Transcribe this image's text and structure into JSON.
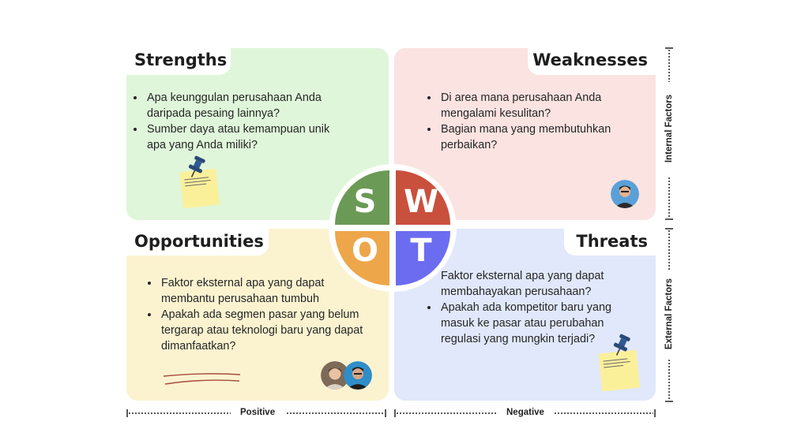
{
  "quadrants": {
    "strengths": {
      "title": "Strengths",
      "points": [
        "Apa keunggulan perusahaan Anda daripada pesaing lainnya?",
        "Sumber daya atau kemampuan unik apa yang Anda miliki?"
      ],
      "color": "#dff6da"
    },
    "weaknesses": {
      "title": "Weaknesses",
      "points": [
        "Di area mana perusahaan Anda mengalami kesulitan?",
        "Bagian mana yang membutuhkan perbaikan?"
      ],
      "color": "#fae3e1"
    },
    "opportunities": {
      "title": "Opportunities",
      "points": [
        "Faktor eksternal apa yang dapat membantu perusahaan tumbuh",
        "Apakah ada segmen pasar yang belum tergarap atau teknologi baru yang dapat dimanfaatkan?"
      ],
      "color": "#fbf3d0"
    },
    "threats": {
      "title": "Threats",
      "points": [
        "Faktor eksternal apa yang dapat membahayakan perusahaan?",
        "Apakah ada kompetitor baru yang masuk ke pasar atau perubahan regulasi yang mungkin terjadi?"
      ],
      "color": "#e1e8fb"
    }
  },
  "swot_letters": {
    "s": "S",
    "w": "W",
    "o": "O",
    "t": "T",
    "colors": {
      "s": "#6a9a55",
      "w": "#c9503c",
      "o": "#eea64a",
      "t": "#6c6cf0"
    }
  },
  "axes": {
    "positive": "Positive",
    "negative": "Negative",
    "internal": "Internal Factors",
    "external": "External Factors"
  },
  "icons": {
    "pin": "pushpin-icon",
    "note": "sticky-note",
    "avatar": "user-avatar"
  }
}
